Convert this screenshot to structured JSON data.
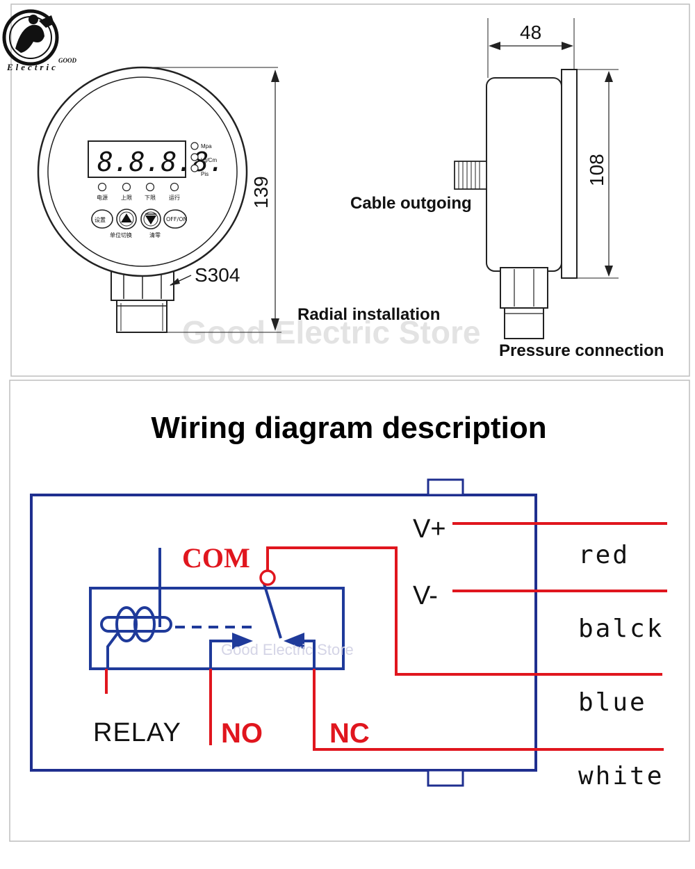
{
  "logo": {
    "good": "GOOD",
    "electric": "Electric"
  },
  "watermark": "Good Electric Store",
  "dimensions": {
    "height_front": "139",
    "depth": "48",
    "height_side": "108",
    "material": "S304"
  },
  "annotations": {
    "cable": "Cable outgoing",
    "radial": "Radial installation",
    "pressure": "Pressure connection"
  },
  "gauge_face": {
    "display": "8.8.8.8.",
    "units": [
      "Mpa",
      "kg/Cm",
      "Pis"
    ],
    "indicators": [
      "电源",
      "上限",
      "下限",
      "运行"
    ],
    "buttons": [
      "设置",
      "▲",
      "▼",
      "OFF/ON"
    ],
    "captions": [
      "单位切换",
      "清零"
    ]
  },
  "wiring": {
    "title": "Wiring diagram description",
    "terminals": {
      "vplus": "V+",
      "vminus": "V-",
      "com": "COM",
      "no": "NO",
      "nc": "NC"
    },
    "relay_label": "RELAY",
    "wire_colors": [
      "red",
      "balck",
      "blue",
      "white"
    ],
    "colors": {
      "frame": "#1f2f8f",
      "wire": "#e0161e",
      "relay": "#1f3a9a"
    }
  }
}
